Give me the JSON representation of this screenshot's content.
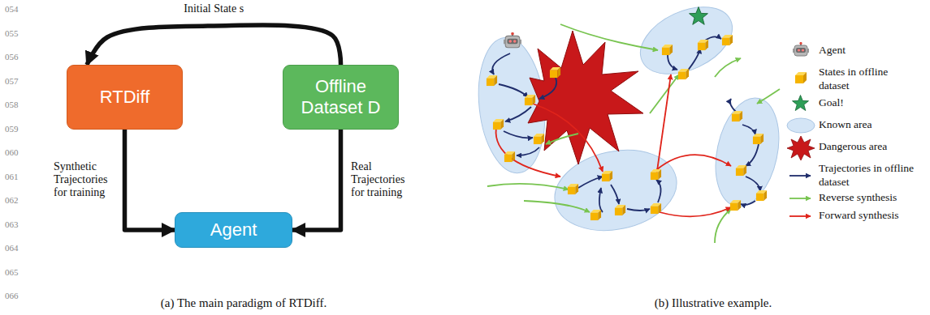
{
  "diagram": {
    "nodes": [
      {
        "text": [
          "RTDiff"
        ]
      },
      {
        "text": [
          "Offline Dataset D"
        ]
      },
      {
        "text": [
          "Agent"
        ]
      }
    ],
    "edges": [
      {
        "from": 1,
        "to": 0,
        "arrow": "to",
        "label": "Initial State s"
      },
      {
        "from": 0,
        "to": 2,
        "arrow": "to",
        "label": "Synthetic Trajectories for training"
      },
      {
        "from": 1,
        "to": 2,
        "arrow": "to",
        "label": "Real Trajectories for training"
      }
    ],
    "labels": [
      "054",
      "055",
      "056",
      "057",
      "058",
      "059",
      "060",
      "061",
      "062",
      "063",
      "064",
      "065",
      "066",
      "(a) The main paradigm of RTDiff.",
      "(b) Illustrative example."
    ],
    "legend": [
      {
        "text": "Agent"
      },
      {
        "text": "States in offline dataset"
      },
      {
        "text": "Goal!"
      },
      {
        "text": "Known area"
      },
      {
        "text": "Dangerous area"
      },
      {
        "text": "Trajectories in offline dataset"
      },
      {
        "text": "Reverse synthesis"
      },
      {
        "text": "Forward synthesis"
      }
    ]
  }
}
